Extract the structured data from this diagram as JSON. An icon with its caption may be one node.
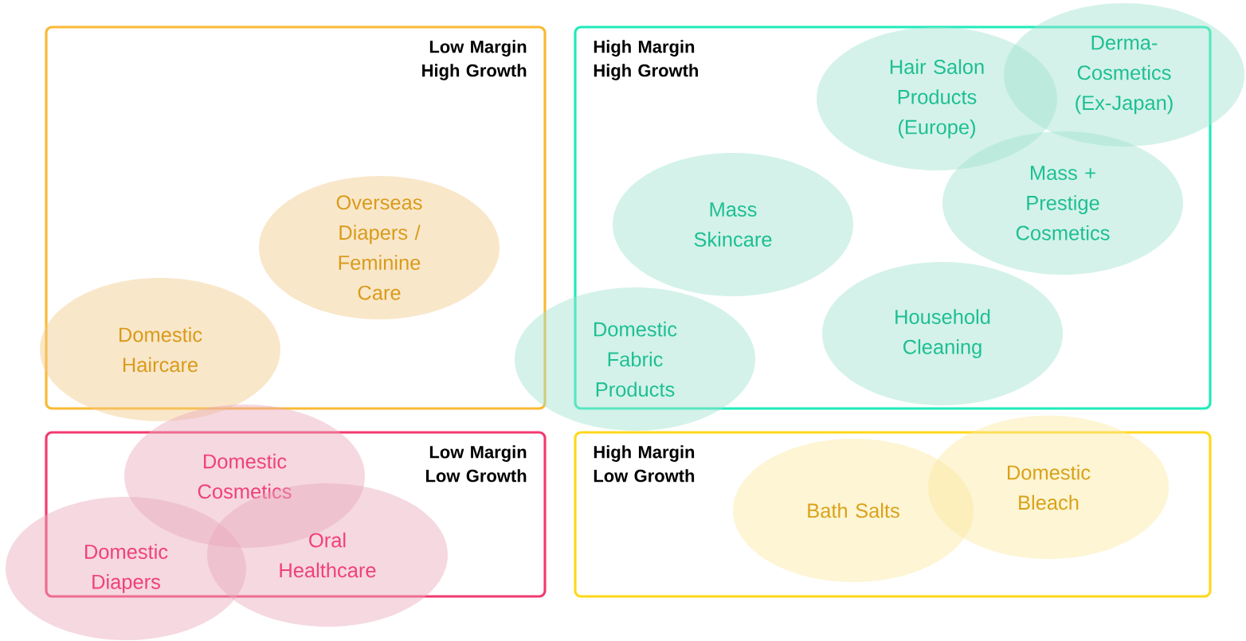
{
  "diagram": {
    "nodes": [
      {
        "text": [
          "Low Margin High Growth"
        ]
      },
      {
        "text": [
          "High Margin High Growth"
        ]
      },
      {
        "text": [
          "Overseas Diapers / Feminine Care"
        ],
        "in": 0
      },
      {
        "text": [
          "Domestic Haircare"
        ]
      },
      {
        "text": [
          "Hair Salon Products (Europe)"
        ],
        "in": 1
      },
      {
        "text": [
          "Derma-Cosmetics (Ex-Japan)"
        ]
      },
      {
        "text": [
          "Mass Skincare"
        ],
        "in": 1
      },
      {
        "text": [
          "Mass + Prestige Cosmetics"
        ],
        "in": 1
      },
      {
        "text": [
          "Household Cleaning"
        ],
        "in": 1
      },
      {
        "text": [
          "Domestic Fabric Products"
        ]
      },
      {
        "text": [
          "Low Margin Low Growth"
        ]
      },
      {
        "text": [
          "Domestic Cosmetics"
        ]
      },
      {
        "text": [
          "Oral Healthcare"
        ]
      },
      {
        "text": [
          "Domestic Diapers"
        ]
      },
      {
        "text": [
          "High Margin Low Growth"
        ]
      },
      {
        "text": [
          "Bath Salts"
        ],
        "in": 14
      },
      {
        "text": [
          "Domestic Bleach"
        ],
        "in": 14
      }
    ]
  }
}
